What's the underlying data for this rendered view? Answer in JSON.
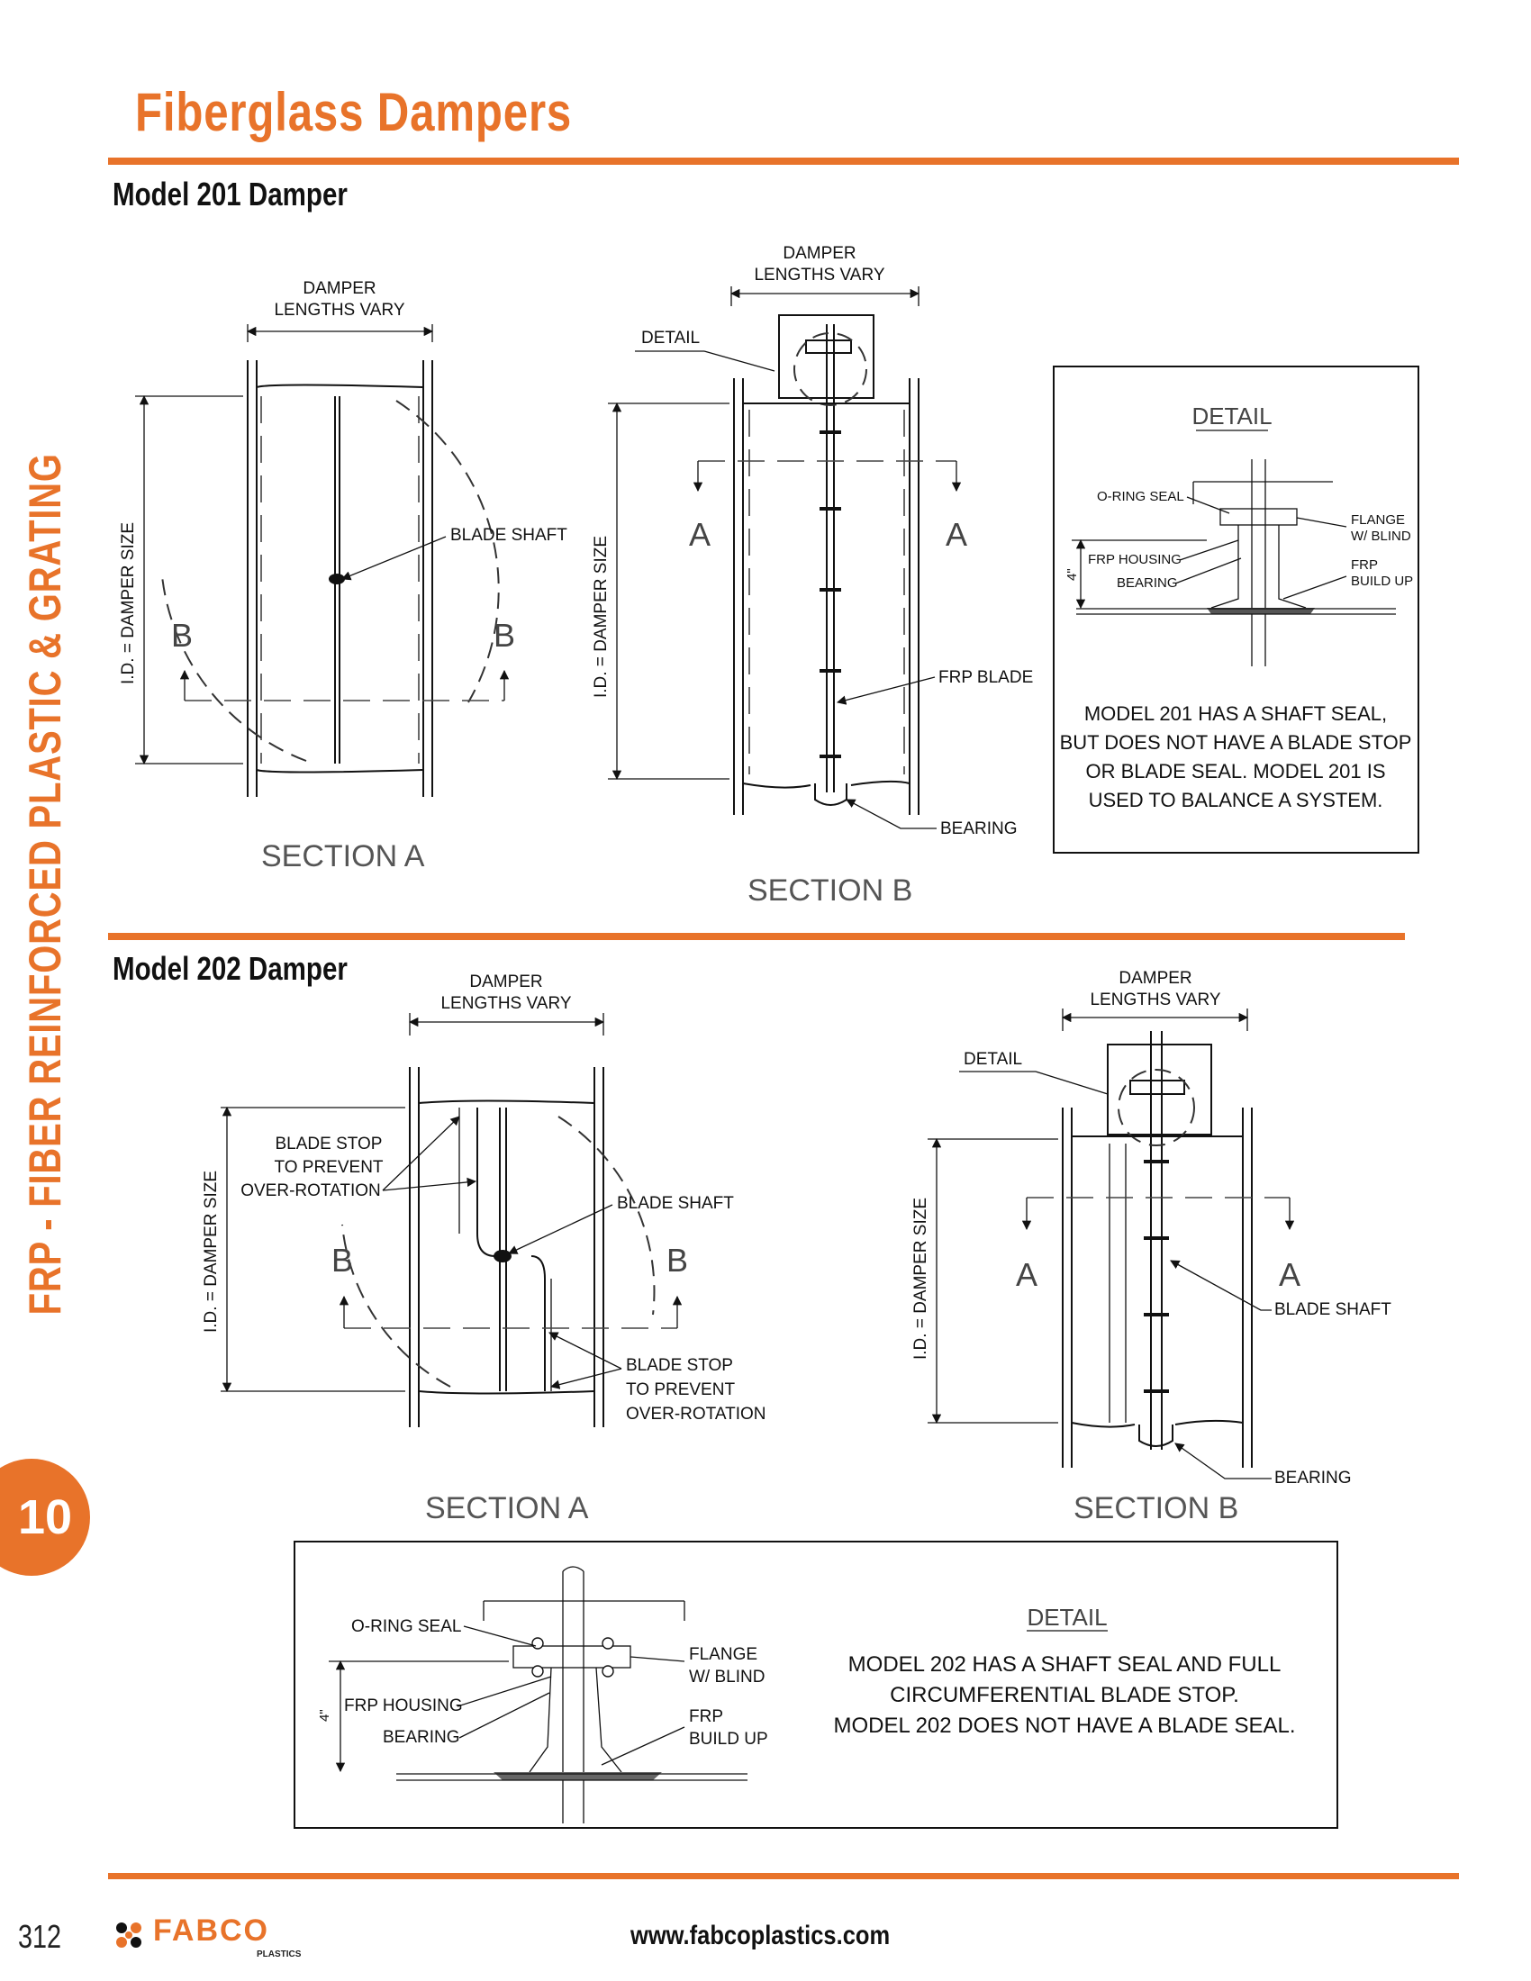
{
  "page_title": "Fiberglass Dampers",
  "side_tab_text": "FRP - FIBER REINFORCED PLASTIC & GRATING",
  "chapter_number": "10",
  "page_number": "312",
  "website": "www.fabcoplastics.com",
  "logo": {
    "word": "FABCO",
    "sub": "PLASTICS"
  },
  "colors": {
    "accent": "#e8732a"
  },
  "model_201": {
    "heading": "Model 201 Damper",
    "section_a": {
      "title": "SECTION A",
      "damper_lengths": [
        "DAMPER",
        "LENGTHS VARY"
      ],
      "id_label": "I.D. = DAMPER SIZE",
      "blade_shaft": "BLADE SHAFT",
      "marker_b": "B"
    },
    "section_b": {
      "title": "SECTION B",
      "damper_lengths": [
        "DAMPER",
        "LENGTHS VARY"
      ],
      "id_label": "I.D. = DAMPER SIZE",
      "detail": "DETAIL",
      "frp_blade": "FRP BLADE",
      "bearing": "BEARING",
      "marker_a": "A"
    },
    "detail_box": {
      "title": "DETAIL",
      "o_ring_seal": "O-RING SEAL",
      "flange": [
        "FLANGE",
        "W/ BLIND"
      ],
      "frp_housing": "FRP HOUSING",
      "bearing": "BEARING",
      "frp_build_up": [
        "FRP",
        "BUILD UP"
      ],
      "dimension": "4\"",
      "note": [
        "MODEL 201 HAS A SHAFT SEAL,",
        "BUT DOES NOT HAVE A BLADE STOP",
        "OR BLADE SEAL. MODEL 201 IS",
        "USED TO BALANCE A SYSTEM."
      ]
    }
  },
  "model_202": {
    "heading": "Model 202 Damper",
    "section_a": {
      "title": "SECTION A",
      "damper_lengths": [
        "DAMPER",
        "LENGTHS VARY"
      ],
      "id_label": "I.D. = DAMPER SIZE",
      "blade_stop_top": [
        "BLADE STOP",
        "TO PREVENT",
        "OVER-ROTATION"
      ],
      "blade_shaft": "BLADE SHAFT",
      "blade_stop_bottom": [
        "BLADE STOP",
        "TO PREVENT",
        "OVER-ROTATION"
      ],
      "marker_b": "B"
    },
    "section_b": {
      "title": "SECTION B",
      "damper_lengths": [
        "DAMPER",
        "LENGTHS VARY"
      ],
      "id_label": "I.D. = DAMPER SIZE",
      "detail": "DETAIL",
      "blade_shaft": "BLADE SHAFT",
      "bearing": "BEARING",
      "marker_a": "A"
    },
    "detail_box": {
      "title": "DETAIL",
      "o_ring_seal": "O-RING SEAL",
      "flange": [
        "FLANGE",
        "W/ BLIND"
      ],
      "frp_housing": "FRP HOUSING",
      "bearing": "BEARING",
      "frp_build_up": [
        "FRP",
        "BUILD UP"
      ],
      "dimension": "4\"",
      "note": [
        "MODEL 202 HAS A SHAFT SEAL AND FULL",
        "CIRCUMFERENTIAL BLADE STOP.",
        "MODEL 202 DOES NOT HAVE A BLADE SEAL."
      ]
    }
  }
}
